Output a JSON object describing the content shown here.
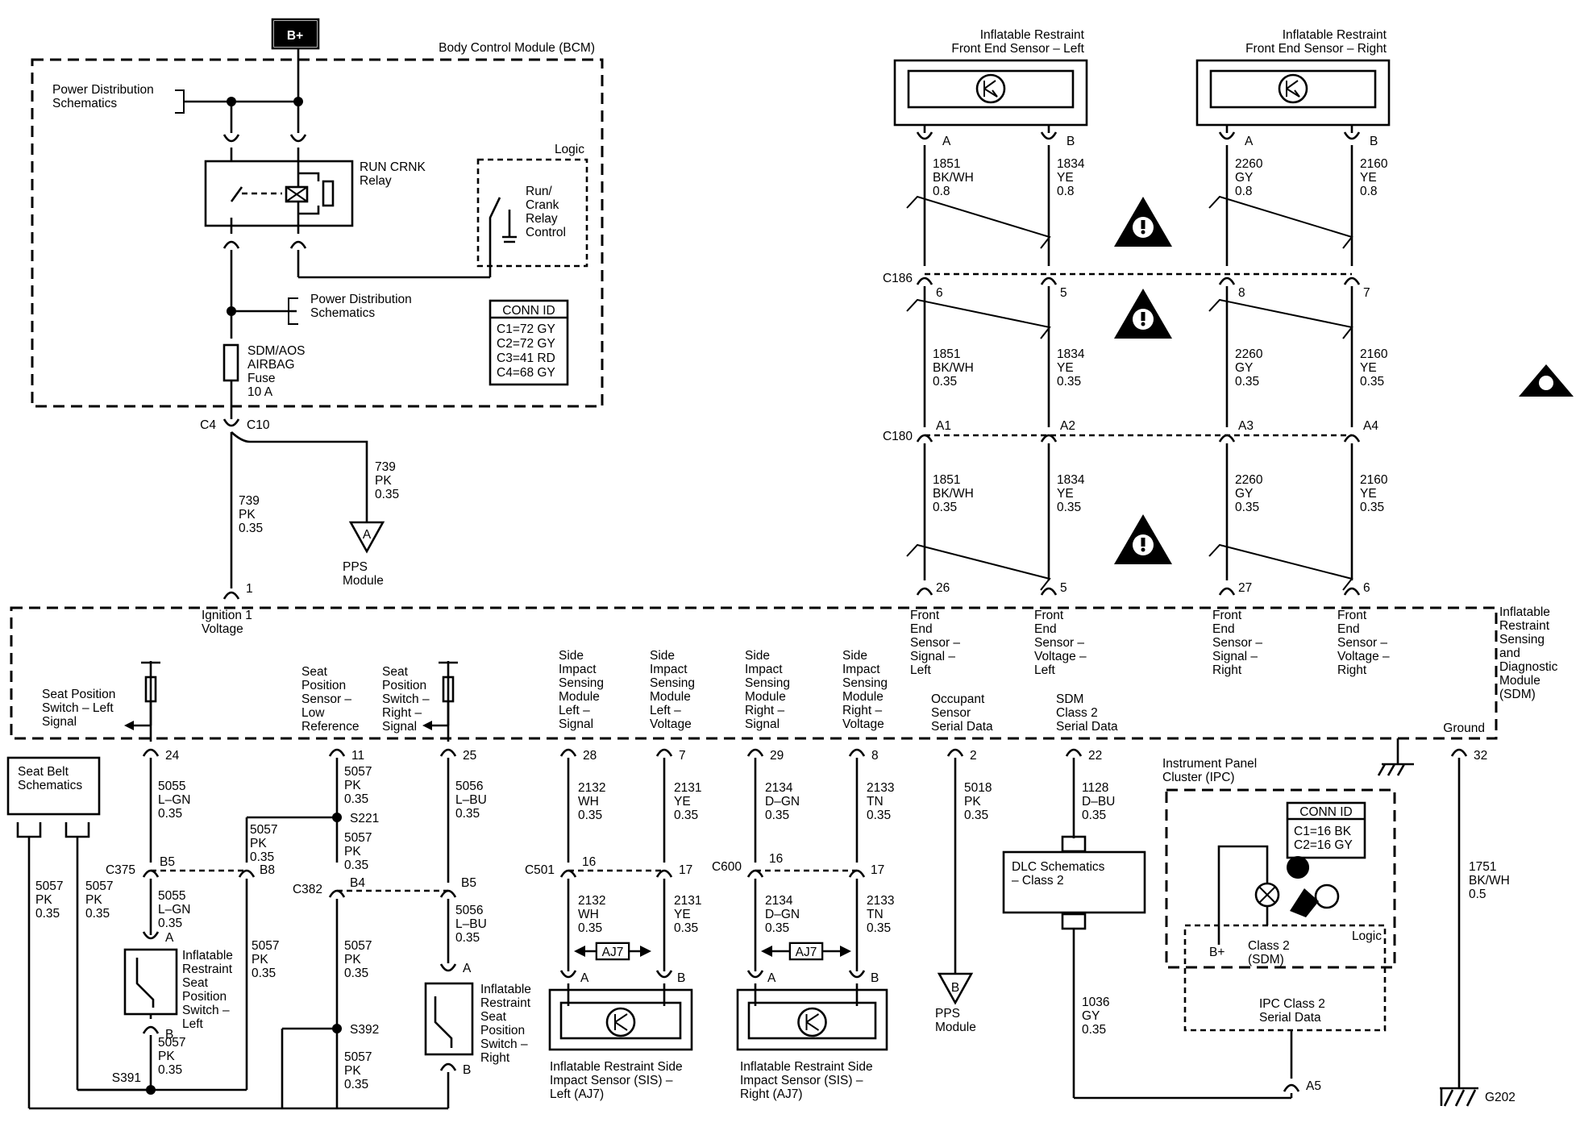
{
  "bplus": "B+",
  "bcm": {
    "title": "Body Control Module (BCM)",
    "pds1": [
      "Power Distribution",
      "Schematics"
    ],
    "relay": [
      "RUN CRNK",
      "Relay"
    ],
    "logic": "Logic",
    "rcc": [
      "Run/",
      "Crank",
      "Relay",
      "Control"
    ],
    "pds2": [
      "Power Distribution",
      "Schematics"
    ],
    "fuse": [
      "SDM/AOS",
      "AIRBAG",
      "Fuse",
      "10 A"
    ],
    "conn": {
      "title": "CONN ID",
      "rows": [
        "C1=72 GY",
        "C2=72 GY",
        "C3=41 RD",
        "C4=68 GY"
      ]
    },
    "c4": "C4",
    "c10": "C10"
  },
  "feed": {
    "w739a": [
      "739",
      "PK",
      "0.35"
    ],
    "w739b": [
      "739",
      "PK",
      "0.35"
    ],
    "pinA": "A",
    "pps1": [
      "PPS",
      "Module"
    ],
    "pin1": "1",
    "ign": [
      "Ignition 1",
      "Voltage"
    ]
  },
  "sensors": {
    "left": [
      "Inflatable Restraint",
      "Front End Sensor – Left"
    ],
    "right": [
      "Inflatable Restraint",
      "Front End Sensor – Right"
    ]
  },
  "pins": {
    "A": "A",
    "B": "B"
  },
  "conns": {
    "c186": "C186",
    "c180": "C180",
    "c186pins": [
      "6",
      "5",
      "8",
      "7"
    ],
    "c180pins": [
      "A1",
      "A2",
      "A3",
      "A4"
    ],
    "sdmpins": [
      "26",
      "5",
      "27",
      "6"
    ]
  },
  "wires": {
    "w1851": [
      [
        "1851",
        "BK/WH",
        "0.8"
      ],
      [
        "1851",
        "BK/WH",
        "0.35"
      ],
      [
        "1851",
        "BK/WH",
        "0.35"
      ]
    ],
    "w1834": [
      [
        "1834",
        "YE",
        "0.8"
      ],
      [
        "1834",
        "YE",
        "0.35"
      ],
      [
        "1834",
        "YE",
        "0.35"
      ]
    ],
    "w2260": [
      [
        "2260",
        "GY",
        "0.8"
      ],
      [
        "2260",
        "GY",
        "0.35"
      ],
      [
        "2260",
        "GY",
        "0.35"
      ]
    ],
    "w2160": [
      [
        "2160",
        "YE",
        "0.8"
      ],
      [
        "2160",
        "YE",
        "0.35"
      ],
      [
        "2160",
        "YE",
        "0.35"
      ]
    ]
  },
  "sdm": {
    "title": [
      "Inflatable",
      "Restraint",
      "Sensing",
      "and",
      "Diagnostic",
      "Module",
      "(SDM)"
    ],
    "fe": [
      [
        "Front",
        "End",
        "Sensor –",
        "Signal –",
        "Left"
      ],
      [
        "Front",
        "End",
        "Sensor –",
        "Voltage –",
        "Left"
      ],
      [
        "Front",
        "End",
        "Sensor –",
        "Signal –",
        "Right"
      ],
      [
        "Front",
        "End",
        "Sensor –",
        "Voltage –",
        "Right"
      ]
    ],
    "spsl": [
      "Seat Position",
      "Switch – Left",
      "Signal"
    ],
    "spslr": [
      "Seat",
      "Position",
      "Sensor –",
      "Low",
      "Reference"
    ],
    "spsr": [
      "Seat",
      "Position",
      "Switch –",
      "Right –",
      "Signal"
    ],
    "sis": [
      [
        "Side",
        "Impact",
        "Sensing",
        "Module",
        "Left –",
        "Signal"
      ],
      [
        "Side",
        "Impact",
        "Sensing",
        "Module",
        "Left –",
        "Voltage"
      ],
      [
        "Side",
        "Impact",
        "Sensing",
        "Module",
        "Right –",
        "Signal"
      ],
      [
        "Side",
        "Impact",
        "Sensing",
        "Module",
        "Right –",
        "Voltage"
      ]
    ],
    "occ": [
      "Occupant",
      "Sensor",
      "Serial Data"
    ],
    "sdmc2": [
      "SDM",
      "Class 2",
      "Serial Data"
    ],
    "ground": "Ground"
  },
  "bottom": {
    "pins": [
      "24",
      "11",
      "25",
      "28",
      "7",
      "29",
      "8",
      "2",
      "22",
      "32"
    ],
    "seatbelt": [
      "Seat Belt",
      "Schematics"
    ],
    "w5055a": [
      "5055",
      "L–GN",
      "0.35"
    ],
    "w5055b": [
      "5055",
      "L–GN",
      "0.35"
    ],
    "w5057a": [
      "5057",
      "PK",
      "0.35"
    ],
    "w5057b": [
      "5057",
      "PK",
      "0.35"
    ],
    "w5057c": [
      "5057",
      "PK",
      "0.35"
    ],
    "w5057d": [
      "5057",
      "PK",
      "0.35"
    ],
    "w5057e": [
      "5057",
      "PK",
      "0.35"
    ],
    "w5057f": [
      "5057",
      "PK",
      "0.35"
    ],
    "w5057g": [
      "5057",
      "PK",
      "0.35"
    ],
    "w5057h": [
      "5057",
      "PK",
      "0.35"
    ],
    "w5057i": [
      "5057",
      "PK",
      "0.35"
    ],
    "w5056a": [
      "5056",
      "L–BU",
      "0.35"
    ],
    "w5056b": [
      "5056",
      "L–BU",
      "0.35"
    ],
    "c375": "C375",
    "b5": "B5",
    "b8": "B8",
    "c382": "C382",
    "b4": "B4",
    "b5b": "B5",
    "s221": "S221",
    "s392": "S392",
    "s391": "S391",
    "swl": [
      "Inflatable",
      "Restraint",
      "Seat",
      "Position",
      "Switch –",
      "Left"
    ],
    "swr": [
      "Inflatable",
      "Restraint",
      "Seat",
      "Position",
      "Switch –",
      "Right"
    ],
    "w2132a": [
      "2132",
      "WH",
      "0.35"
    ],
    "w2132b": [
      "2132",
      "WH",
      "0.35"
    ],
    "w2131a": [
      "2131",
      "YE",
      "0.35"
    ],
    "w2131b": [
      "2131",
      "YE",
      "0.35"
    ],
    "w2134a": [
      "2134",
      "D–GN",
      "0.35"
    ],
    "w2134b": [
      "2134",
      "D–GN",
      "0.35"
    ],
    "w2133a": [
      "2133",
      "TN",
      "0.35"
    ],
    "w2133b": [
      "2133",
      "TN",
      "0.35"
    ],
    "c501": "C501",
    "c600": "C600",
    "p16": "16",
    "p17": "17",
    "aj7": "AJ7",
    "sisl": [
      "Inflatable Restraint Side",
      "Impact Sensor (SIS) –",
      "Left (AJ7)"
    ],
    "sisr": [
      "Inflatable Restraint Side",
      "Impact Sensor (SIS) –",
      "Right (AJ7)"
    ],
    "w5018": [
      "5018",
      "PK",
      "0.35"
    ],
    "pinB": "B",
    "pps2": [
      "PPS",
      "Module"
    ],
    "w1128": [
      "1128",
      "D–BU",
      "0.35"
    ],
    "dlc": [
      "DLC Schematics",
      "– Class 2"
    ],
    "w1036": [
      "1036",
      "GY",
      "0.35"
    ],
    "ipc": [
      "Instrument Panel",
      "Cluster (IPC)"
    ],
    "ipcconn": {
      "title": "CONN ID",
      "rows": [
        "C1=16 BK",
        "C2=16 GY"
      ]
    },
    "ipclogic": "Logic",
    "bplus": "B+",
    "class2": [
      "Class 2",
      "(SDM)"
    ],
    "ipcc2": [
      "IPC Class 2",
      "Serial Data"
    ],
    "a5": "A5",
    "w1751": [
      "1751",
      "BK/WH",
      "0.5"
    ],
    "g202": "G202"
  }
}
